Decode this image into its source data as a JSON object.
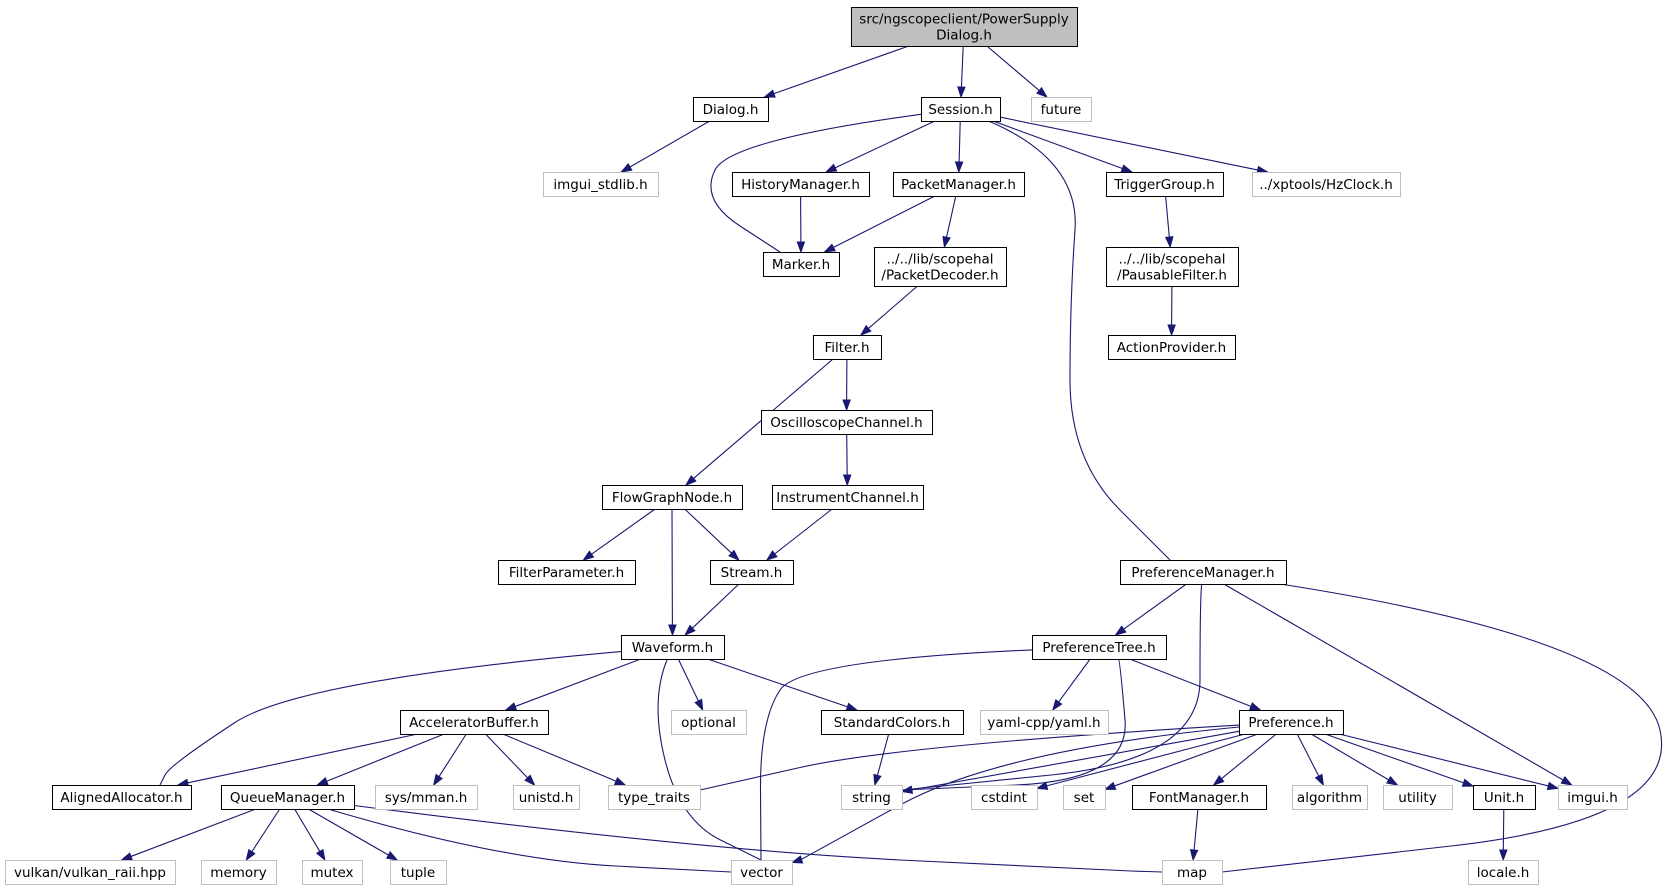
{
  "graph": {
    "nodes": [
      {
        "id": "root",
        "lines": [
          "src/ngscopeclient/PowerSupply",
          "Dialog.h"
        ],
        "kind": "root"
      },
      {
        "id": "dialog",
        "lines": [
          "Dialog.h"
        ],
        "kind": "local"
      },
      {
        "id": "session",
        "lines": [
          "Session.h"
        ],
        "kind": "local"
      },
      {
        "id": "future",
        "lines": [
          "future"
        ],
        "kind": "external"
      },
      {
        "id": "imgui_stdlib",
        "lines": [
          "imgui_stdlib.h"
        ],
        "kind": "external"
      },
      {
        "id": "history",
        "lines": [
          "HistoryManager.h"
        ],
        "kind": "local"
      },
      {
        "id": "packetmgr",
        "lines": [
          "PacketManager.h"
        ],
        "kind": "local"
      },
      {
        "id": "triggergroup",
        "lines": [
          "TriggerGroup.h"
        ],
        "kind": "local"
      },
      {
        "id": "hzclock",
        "lines": [
          "../xptools/HzClock.h"
        ],
        "kind": "external"
      },
      {
        "id": "marker",
        "lines": [
          "Marker.h"
        ],
        "kind": "local"
      },
      {
        "id": "packetdecoder",
        "lines": [
          "../../lib/scopehal",
          "/PacketDecoder.h"
        ],
        "kind": "local"
      },
      {
        "id": "pausable",
        "lines": [
          "../../lib/scopehal",
          "/PausableFilter.h"
        ],
        "kind": "local"
      },
      {
        "id": "action",
        "lines": [
          "ActionProvider.h"
        ],
        "kind": "local"
      },
      {
        "id": "filter",
        "lines": [
          "Filter.h"
        ],
        "kind": "local"
      },
      {
        "id": "oscchan",
        "lines": [
          "OscilloscopeChannel.h"
        ],
        "kind": "local"
      },
      {
        "id": "instchan",
        "lines": [
          "InstrumentChannel.h"
        ],
        "kind": "local"
      },
      {
        "id": "flowgraph",
        "lines": [
          "FlowGraphNode.h"
        ],
        "kind": "local"
      },
      {
        "id": "filterparam",
        "lines": [
          "FilterParameter.h"
        ],
        "kind": "local"
      },
      {
        "id": "stream",
        "lines": [
          "Stream.h"
        ],
        "kind": "local"
      },
      {
        "id": "prefmgr",
        "lines": [
          "PreferenceManager.h"
        ],
        "kind": "local"
      },
      {
        "id": "waveform",
        "lines": [
          "Waveform.h"
        ],
        "kind": "local"
      },
      {
        "id": "preftree",
        "lines": [
          "PreferenceTree.h"
        ],
        "kind": "local"
      },
      {
        "id": "accelbuf",
        "lines": [
          "AcceleratorBuffer.h"
        ],
        "kind": "local"
      },
      {
        "id": "optional",
        "lines": [
          "optional"
        ],
        "kind": "external"
      },
      {
        "id": "stdcolors",
        "lines": [
          "StandardColors.h"
        ],
        "kind": "local"
      },
      {
        "id": "yamlcpp",
        "lines": [
          "yaml-cpp/yaml.h"
        ],
        "kind": "external"
      },
      {
        "id": "preference",
        "lines": [
          "Preference.h"
        ],
        "kind": "local"
      },
      {
        "id": "alignedalloc",
        "lines": [
          "AlignedAllocator.h"
        ],
        "kind": "local"
      },
      {
        "id": "queuemgr",
        "lines": [
          "QueueManager.h"
        ],
        "kind": "local"
      },
      {
        "id": "sysmman",
        "lines": [
          "sys/mman.h"
        ],
        "kind": "external"
      },
      {
        "id": "unistd",
        "lines": [
          "unistd.h"
        ],
        "kind": "external"
      },
      {
        "id": "typetraits",
        "lines": [
          "type_traits"
        ],
        "kind": "external"
      },
      {
        "id": "string",
        "lines": [
          "string"
        ],
        "kind": "external"
      },
      {
        "id": "cstdint",
        "lines": [
          "cstdint"
        ],
        "kind": "external"
      },
      {
        "id": "set",
        "lines": [
          "set"
        ],
        "kind": "external"
      },
      {
        "id": "fontmgr",
        "lines": [
          "FontManager.h"
        ],
        "kind": "local"
      },
      {
        "id": "algorithm",
        "lines": [
          "algorithm"
        ],
        "kind": "external"
      },
      {
        "id": "utility",
        "lines": [
          "utility"
        ],
        "kind": "external"
      },
      {
        "id": "unit",
        "lines": [
          "Unit.h"
        ],
        "kind": "local"
      },
      {
        "id": "imgui",
        "lines": [
          "imgui.h"
        ],
        "kind": "external"
      },
      {
        "id": "vulkanraii",
        "lines": [
          "vulkan/vulkan_raii.hpp"
        ],
        "kind": "external"
      },
      {
        "id": "memory",
        "lines": [
          "memory"
        ],
        "kind": "external"
      },
      {
        "id": "mutex",
        "lines": [
          "mutex"
        ],
        "kind": "external"
      },
      {
        "id": "tuple",
        "lines": [
          "tuple"
        ],
        "kind": "external"
      },
      {
        "id": "vector",
        "lines": [
          "vector"
        ],
        "kind": "external"
      },
      {
        "id": "map",
        "lines": [
          "map"
        ],
        "kind": "external"
      },
      {
        "id": "locale",
        "lines": [
          "locale.h"
        ],
        "kind": "external"
      }
    ],
    "edges": [
      [
        "root",
        "dialog"
      ],
      [
        "root",
        "session"
      ],
      [
        "root",
        "future"
      ],
      [
        "dialog",
        "imgui_stdlib"
      ],
      [
        "session",
        "marker"
      ],
      [
        "session",
        "history"
      ],
      [
        "session",
        "packetmgr"
      ],
      [
        "session",
        "triggergroup"
      ],
      [
        "session",
        "hzclock"
      ],
      [
        "session",
        "prefmgr"
      ],
      [
        "history",
        "marker"
      ],
      [
        "packetmgr",
        "marker"
      ],
      [
        "packetmgr",
        "packetdecoder"
      ],
      [
        "triggergroup",
        "pausable"
      ],
      [
        "pausable",
        "action"
      ],
      [
        "packetdecoder",
        "filter"
      ],
      [
        "filter",
        "flowgraph"
      ],
      [
        "filter",
        "oscchan"
      ],
      [
        "oscchan",
        "instchan"
      ],
      [
        "instchan",
        "stream"
      ],
      [
        "flowgraph",
        "filterparam"
      ],
      [
        "flowgraph",
        "stream"
      ],
      [
        "flowgraph",
        "waveform"
      ],
      [
        "stream",
        "waveform"
      ],
      [
        "waveform",
        "alignedalloc"
      ],
      [
        "waveform",
        "accelbuf"
      ],
      [
        "waveform",
        "vector"
      ],
      [
        "waveform",
        "optional"
      ],
      [
        "waveform",
        "stdcolors"
      ],
      [
        "accelbuf",
        "alignedalloc"
      ],
      [
        "accelbuf",
        "queuemgr"
      ],
      [
        "accelbuf",
        "sysmman"
      ],
      [
        "accelbuf",
        "unistd"
      ],
      [
        "accelbuf",
        "typetraits"
      ],
      [
        "queuemgr",
        "vulkanraii"
      ],
      [
        "queuemgr",
        "memory"
      ],
      [
        "queuemgr",
        "mutex"
      ],
      [
        "queuemgr",
        "tuple"
      ],
      [
        "queuemgr",
        "vector"
      ],
      [
        "queuemgr",
        "map"
      ],
      [
        "stdcolors",
        "string"
      ],
      [
        "prefmgr",
        "preftree"
      ],
      [
        "prefmgr",
        "string"
      ],
      [
        "prefmgr",
        "imgui"
      ],
      [
        "prefmgr",
        "map"
      ],
      [
        "preftree",
        "vector"
      ],
      [
        "preftree",
        "yamlcpp"
      ],
      [
        "preftree",
        "string"
      ],
      [
        "preftree",
        "preference"
      ],
      [
        "preference",
        "typetraits"
      ],
      [
        "preference",
        "string"
      ],
      [
        "preference",
        "vector"
      ],
      [
        "preference",
        "cstdint"
      ],
      [
        "preference",
        "set"
      ],
      [
        "preference",
        "fontmgr"
      ],
      [
        "preference",
        "algorithm"
      ],
      [
        "preference",
        "utility"
      ],
      [
        "preference",
        "unit"
      ],
      [
        "preference",
        "imgui"
      ],
      [
        "fontmgr",
        "map"
      ],
      [
        "unit",
        "locale"
      ]
    ]
  }
}
